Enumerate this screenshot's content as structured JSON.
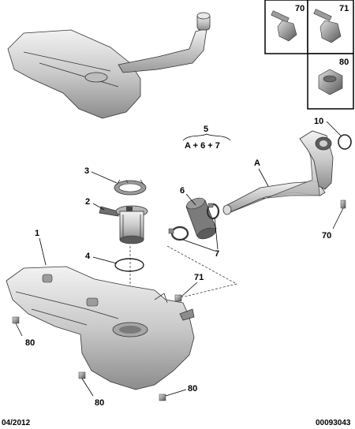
{
  "callouts": {
    "c1": "1",
    "c2": "2",
    "c3": "3",
    "c4": "4",
    "c5": "5",
    "c6": "6",
    "c7a": "7",
    "c7b": "7",
    "c10": "10",
    "cA": "A",
    "c70_box": "70",
    "c71_box": "71",
    "c80_box": "80",
    "c71_tank": "71",
    "c70_filler": "70",
    "c80_left": "80",
    "c80_mid": "80",
    "c80_right": "80"
  },
  "formula": "A + 6 + 7",
  "footer": {
    "date": "04/2012",
    "ref": "00093043"
  }
}
